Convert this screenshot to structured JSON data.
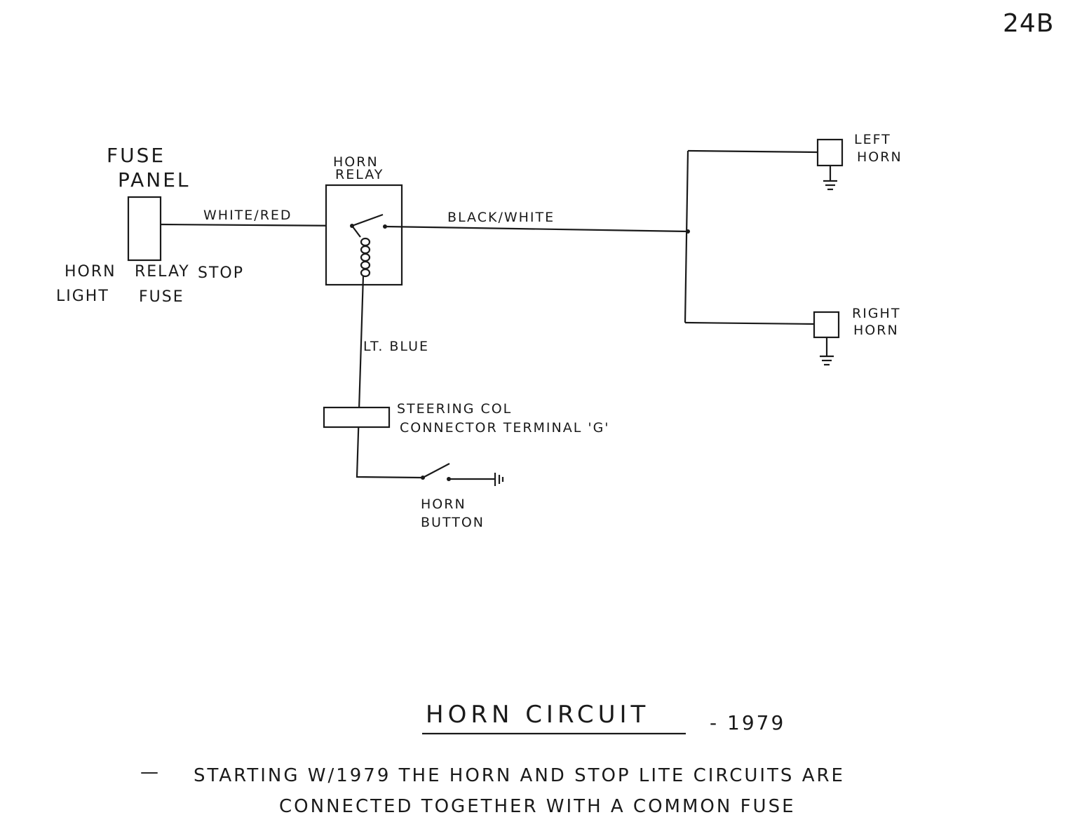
{
  "page_number": "24B",
  "components": {
    "fuse_panel": {
      "title_line1": "FUSE",
      "title_line2": "PANEL"
    },
    "fuse_callout": {
      "col1_line1": "HORN",
      "col1_line2": "LIGHT",
      "col2_line1": "RELAY",
      "col3_line1": "STOP",
      "col2_line2": "FUSE"
    },
    "horn_relay": {
      "line1": "HORN",
      "line2": "RELAY"
    },
    "left_horn": {
      "line1": "LEFT",
      "line2": "HORN"
    },
    "right_horn": {
      "line1": "RIGHT",
      "line2": "HORN"
    },
    "steering_connector": {
      "line1": "STEERING COL",
      "line2": "CONNECTOR TERMINAL 'G'"
    },
    "horn_button": {
      "line1": "HORN",
      "line2": "BUTTON"
    }
  },
  "wires": {
    "fuse_to_relay": "WHITE/RED",
    "relay_to_horns": "BLACK/WHITE",
    "relay_to_button": "LT. BLUE"
  },
  "title": {
    "main": "HORN CIRCUIT",
    "year": "- 1979"
  },
  "note": {
    "bullet": "—",
    "line1": "STARTING W/1979 THE HORN AND STOP LITE CIRCUITS ARE",
    "line2": "CONNECTED TOGETHER WITH A COMMON FUSE"
  }
}
